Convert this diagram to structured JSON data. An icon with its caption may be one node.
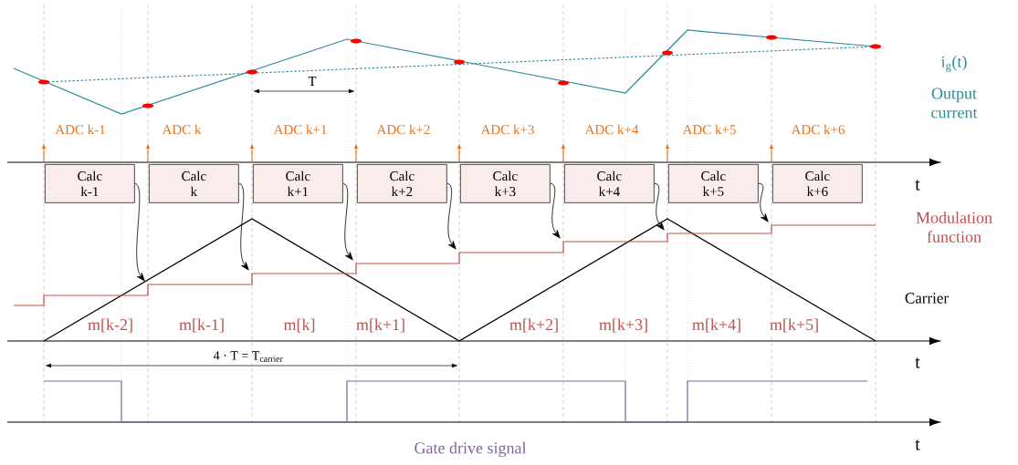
{
  "diagram": {
    "nodes": [
      {
        "text": [
          "Calc k-1"
        ]
      },
      {
        "text": [
          "Calc k"
        ]
      },
      {
        "text": [
          "Calc k+1"
        ]
      },
      {
        "text": [
          "Calc k+2"
        ]
      },
      {
        "text": [
          "Calc k+3"
        ]
      },
      {
        "text": [
          "Calc k+4"
        ]
      },
      {
        "text": [
          "Calc k+5"
        ]
      },
      {
        "text": [
          "Calc k+6"
        ]
      },
      {
        "text": [],
        "shape": "line"
      }
    ],
    "edges": [
      {
        "from": 0,
        "to": 8,
        "arrow": "to"
      },
      {
        "from": 1,
        "to": 8,
        "arrow": "to"
      },
      {
        "from": 2,
        "to": 8,
        "arrow": "to"
      },
      {
        "from": 3,
        "to": 8,
        "arrow": "to"
      },
      {
        "from": 4,
        "to": 8,
        "arrow": "to"
      },
      {
        "from": 5,
        "to": 8,
        "arrow": "to"
      },
      {
        "from": 6,
        "to": 8,
        "arrow": "to"
      }
    ],
    "labels": [
      "i$_{g}$(t)",
      "Output current",
      "ADC k-1",
      "ADC k",
      "ADC k+1",
      "ADC k+2",
      "ADC k+3",
      "ADC k+4",
      "ADC k+5",
      "ADC k+6",
      "T",
      "t",
      "Modulation function",
      "Carrier",
      "m[k-2]",
      "m[k-1]",
      "m[k]",
      "m[k+1]",
      "m[k+2]",
      "m[k+3]",
      "m[k+4]",
      "m[k+5]",
      "t",
      "4 · T = T$_{carrier}$",
      "t",
      "Gate drive signal"
    ]
  }
}
